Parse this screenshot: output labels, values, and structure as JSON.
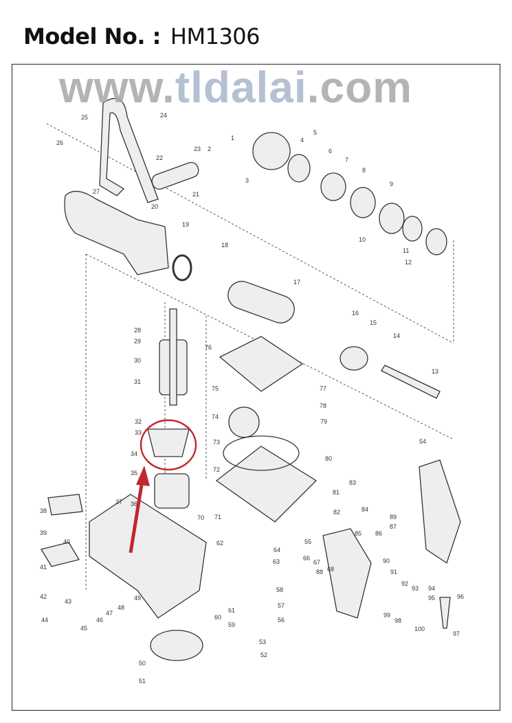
{
  "header": {
    "label": "Model No. :",
    "model": "HM1306"
  },
  "watermark": {
    "prefix": "www.",
    "middle": "tldalai",
    "suffix": ".com"
  },
  "highlight": {
    "circled_part": "33",
    "color": "#c0282d"
  },
  "part_numbers": [
    "1",
    "2",
    "3",
    "4",
    "5",
    "6",
    "7",
    "8",
    "9",
    "10",
    "11",
    "12",
    "13",
    "14",
    "15",
    "16",
    "17",
    "18",
    "19",
    "20",
    "21",
    "22",
    "23",
    "24",
    "25",
    "26",
    "27",
    "28",
    "29",
    "30",
    "31",
    "32",
    "33",
    "34",
    "35",
    "36",
    "37",
    "38",
    "39",
    "40",
    "41",
    "42",
    "43",
    "44",
    "45",
    "46",
    "47",
    "48",
    "49",
    "50",
    "51",
    "52",
    "53",
    "54",
    "55",
    "56",
    "57",
    "58",
    "59",
    "60",
    "61",
    "62",
    "63",
    "64",
    "66",
    "67",
    "68",
    "70",
    "71",
    "72",
    "73",
    "74",
    "75",
    "76",
    "77",
    "78",
    "79",
    "80",
    "81",
    "82",
    "83",
    "84",
    "85",
    "86",
    "87",
    "88",
    "89",
    "90",
    "91",
    "92",
    "93",
    "94",
    "95",
    "96",
    "97",
    "98",
    "99",
    "100"
  ]
}
